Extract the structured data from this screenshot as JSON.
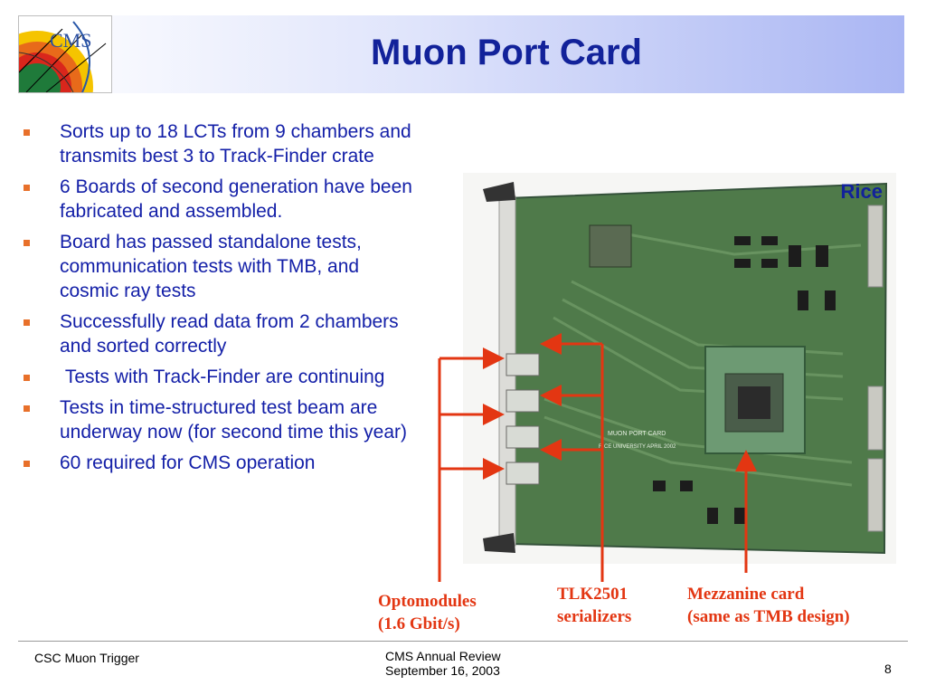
{
  "slide": {
    "title": "Muon Port Card",
    "logo_text": "CMS"
  },
  "bullets": [
    "Sorts up to 18 LCTs from 9 chambers and transmits best 3 to Track-Finder crate",
    "6 Boards of second generation have been fabricated and assembled.",
    "Board has passed standalone tests, communication tests with TMB, and cosmic ray tests",
    "Successfully read data from 2 chambers and sorted correctly",
    " Tests with Track-Finder are continuing",
    "Tests in time-structured test beam are underway now (for second time this year)",
    "60 required for CMS operation"
  ],
  "photo": {
    "corner_label": "Rice",
    "board_silkscreen": "MUON PORT CARD",
    "board_silkscreen_2": "RICE UNIVERSITY APRIL 2002"
  },
  "callouts": {
    "optomodules": [
      "Optomodules",
      "(1.6 Gbit/s)"
    ],
    "tlk": [
      "TLK2501",
      "serializers"
    ],
    "mezzanine": [
      "Mezzanine card",
      "(same as TMB design)"
    ]
  },
  "footer": {
    "left": "CSC Muon Trigger",
    "center_line1": "CMS Annual Review",
    "center_line2": "September 16, 2003",
    "page": "8"
  },
  "colors": {
    "title": "#12229a",
    "bullet_text": "#1420a8",
    "bullet_marker": "#e8702a",
    "callout": "#e33612",
    "board_green": "#4f7a4a"
  }
}
